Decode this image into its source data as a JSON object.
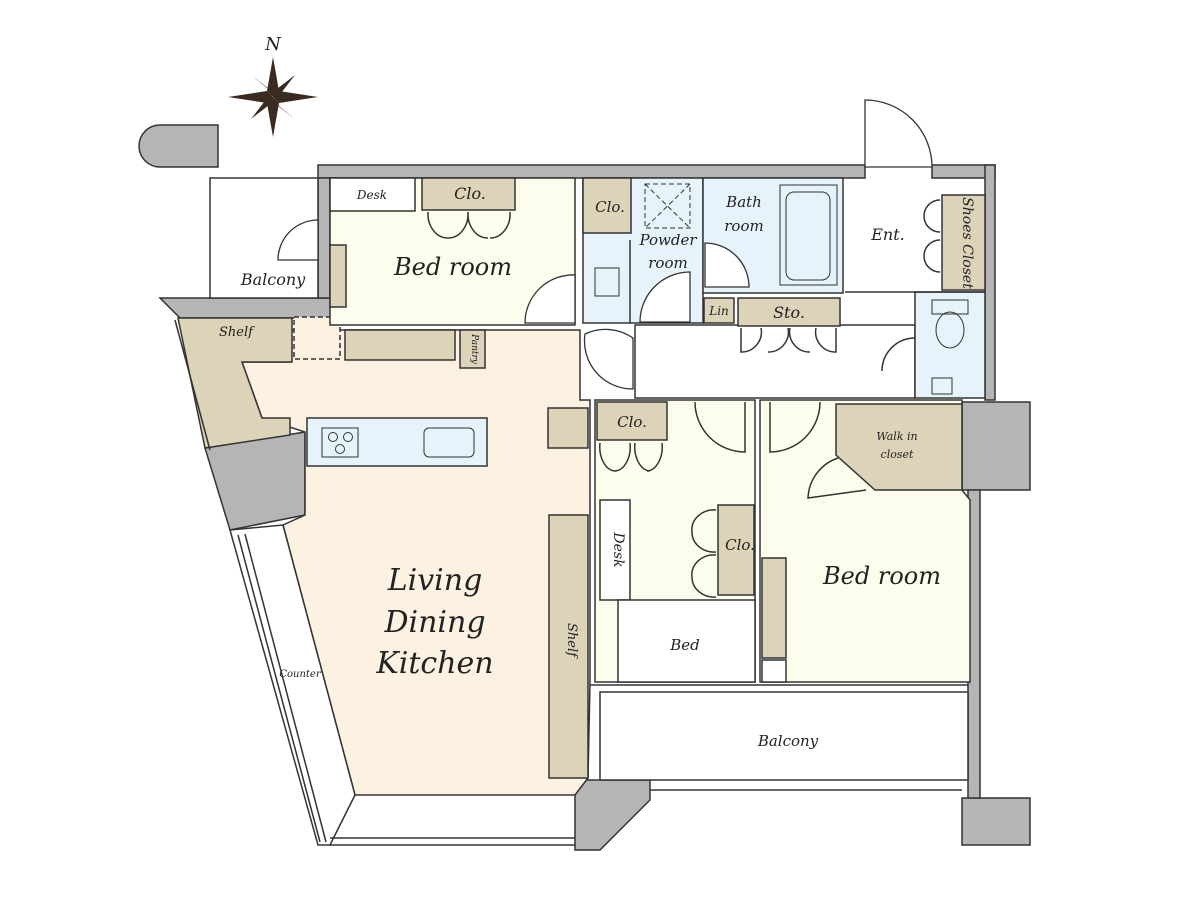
{
  "compass": {
    "label": "N"
  },
  "colors": {
    "living": "#fdf1e2",
    "bedroom": "#fdfdee",
    "wet_area": "#e6f3fb",
    "storage": "#dcd3b8",
    "wall": "#b5b5b5"
  },
  "rooms": {
    "desk_top": "Desk",
    "clo_top": "Clo.",
    "bedroom_north": "Bed room",
    "clo_powder": "Clo.",
    "powder_1": "Powder",
    "powder_2": "room",
    "bath_1": "Bath",
    "bath_2": "room",
    "entrance": "Ent.",
    "shoes_closet": "Shoes Closet",
    "balcony_north": "Balcony",
    "shelf_west": "Shelf",
    "pantry": "Pantry",
    "linen": "Lin",
    "storage": "Sto.",
    "clo_mid": "Clo.",
    "walkin_1": "Walk in",
    "walkin_2": "closet",
    "desk_mid": "Desk",
    "clo_mid2": "Clo.",
    "bedroom_south": "Bed room",
    "bed": "Bed",
    "ldk_1": "Living",
    "ldk_2": "Dining",
    "ldk_3": "Kitchen",
    "shelf_ldk": "Shelf",
    "counter": "Counter",
    "balcony_south": "Balcony"
  }
}
